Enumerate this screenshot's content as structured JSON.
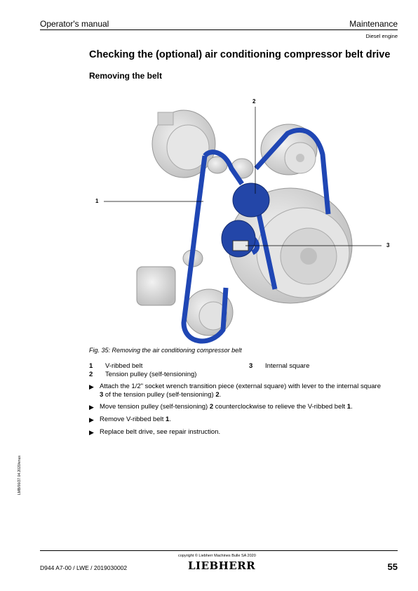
{
  "header": {
    "left": "Operator's manual",
    "right": "Maintenance",
    "sub": "Diesel engine"
  },
  "title": "Checking the (optional) air conditioning compressor belt drive",
  "subtitle": "Removing the belt",
  "figure": {
    "callouts": [
      "1",
      "2",
      "3"
    ],
    "caption": "Fig. 35: Removing the air conditioning compressor belt"
  },
  "legend": [
    {
      "num": "1",
      "label": "V-ribbed belt"
    },
    {
      "num": "2",
      "label": "Tension pulley (self-tensioning)"
    },
    {
      "num": "3",
      "label": "Internal square"
    }
  ],
  "steps": [
    {
      "pre": "Attach the 1/2\" socket wrench transition piece (external square) with lever to the internal square ",
      "b1": "3",
      "mid": " of the tension pulley (self-tensioning) ",
      "b2": "2",
      "post": "."
    },
    {
      "pre": "Move tension pulley (self-tensioning) ",
      "b1": "2",
      "mid": " counterclockwise to relieve the V-ribbed belt ",
      "b2": "1",
      "post": "."
    },
    {
      "pre": "Remove V-ribbed belt ",
      "b1": "1",
      "mid": "",
      "b2": "",
      "post": "."
    },
    {
      "pre": "Replace belt drive, see repair instruction.",
      "b1": "",
      "mid": "",
      "b2": "",
      "post": ""
    }
  ],
  "side_code": "LMB/00/27.04.2020/enus",
  "footer": {
    "left": "D944 A7-00 / LWE / 2019030002",
    "copyright": "copyright © Liebherr Machines Bulle SA 2020",
    "logo": "LIEBHERR",
    "page": "55"
  },
  "colors": {
    "belt": "#1f46b4",
    "parts": "#d6d6d6"
  }
}
